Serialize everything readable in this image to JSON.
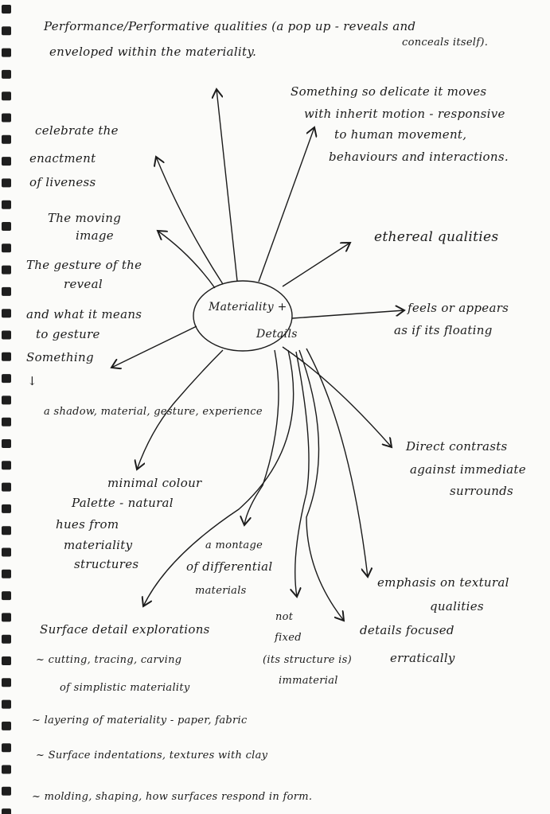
{
  "center": {
    "line1": "Materiality +",
    "line2": "Details"
  },
  "top_note": {
    "line1": "Performance/Performative qualities (a pop up - reveals and",
    "line2": "enveloped within the materiality.",
    "aside": "conceals itself)."
  },
  "branches": {
    "delicate": [
      "Something so delicate it moves",
      "with inherit motion - responsive",
      "to human movement,",
      "behaviours and interactions."
    ],
    "liveness": [
      "celebrate the",
      "enactment",
      "of liveness"
    ],
    "moving_image": [
      "The moving",
      "image"
    ],
    "gesture_reveal": [
      "The gesture of the",
      "reveal"
    ],
    "gesture_means": [
      "and what it means",
      "to gesture",
      "Something"
    ],
    "gesture_arrow": "↓",
    "gesture_list": "a shadow, material, gesture, experience",
    "ethereal": [
      "ethereal qualities"
    ],
    "floating": [
      "feels or appears",
      "as if its floating"
    ],
    "contrasts": [
      "Direct contrasts",
      "against immediate",
      "surrounds"
    ],
    "palette": [
      "minimal colour",
      "Palette - natural",
      "hues from",
      "materiality",
      "structures"
    ],
    "montage": [
      "a montage",
      "of differential",
      "materials"
    ],
    "textural": [
      "emphasis on textural",
      "qualities"
    ],
    "not_fixed": [
      "not",
      "fixed",
      "(its structure is)",
      "immaterial"
    ],
    "erratic": [
      "details focused",
      "erratically"
    ]
  },
  "surface": {
    "title": "Surface detail explorations",
    "items": [
      "~ cutting, tracing, carving",
      "of simplistic materiality",
      "~ layering of materiality - paper, fabric",
      "~ Surface indentations, textures with clay",
      "~ molding, shaping, how surfaces respond in form."
    ]
  },
  "colors": {
    "paper": "#fbfbf9",
    "ink": "#1b1b1b"
  }
}
